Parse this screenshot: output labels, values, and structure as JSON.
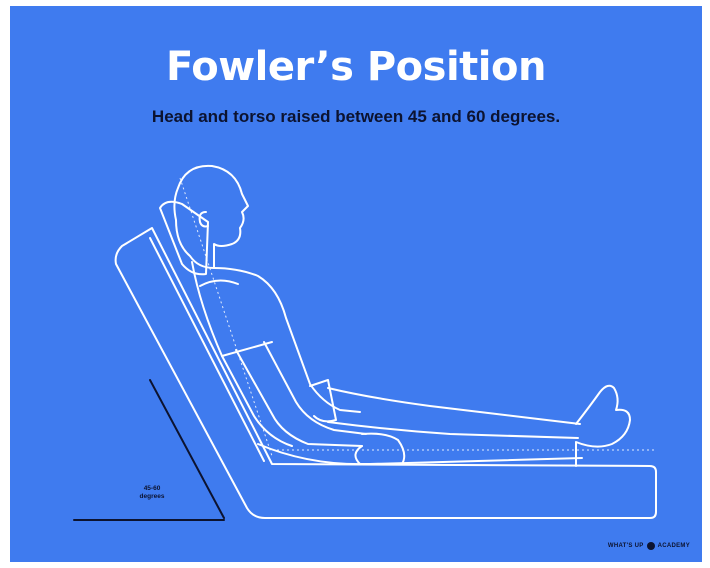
{
  "title": "Fowler’s Position",
  "subtitle": "Head and torso raised between 45 and 60 degrees.",
  "angle_label": {
    "line1": "45-60",
    "line2": "degrees"
  },
  "credit": {
    "prefix": "WHAT'S UP",
    "brand": "ACADEMY"
  },
  "colors": {
    "background": "#3f7bef",
    "outline": "#ffffff",
    "text_dark": "#0c1330"
  },
  "icons": [
    "patient-reclining-figure",
    "bed-outline",
    "angle-indicator-icon",
    "brand-logo-icon"
  ]
}
